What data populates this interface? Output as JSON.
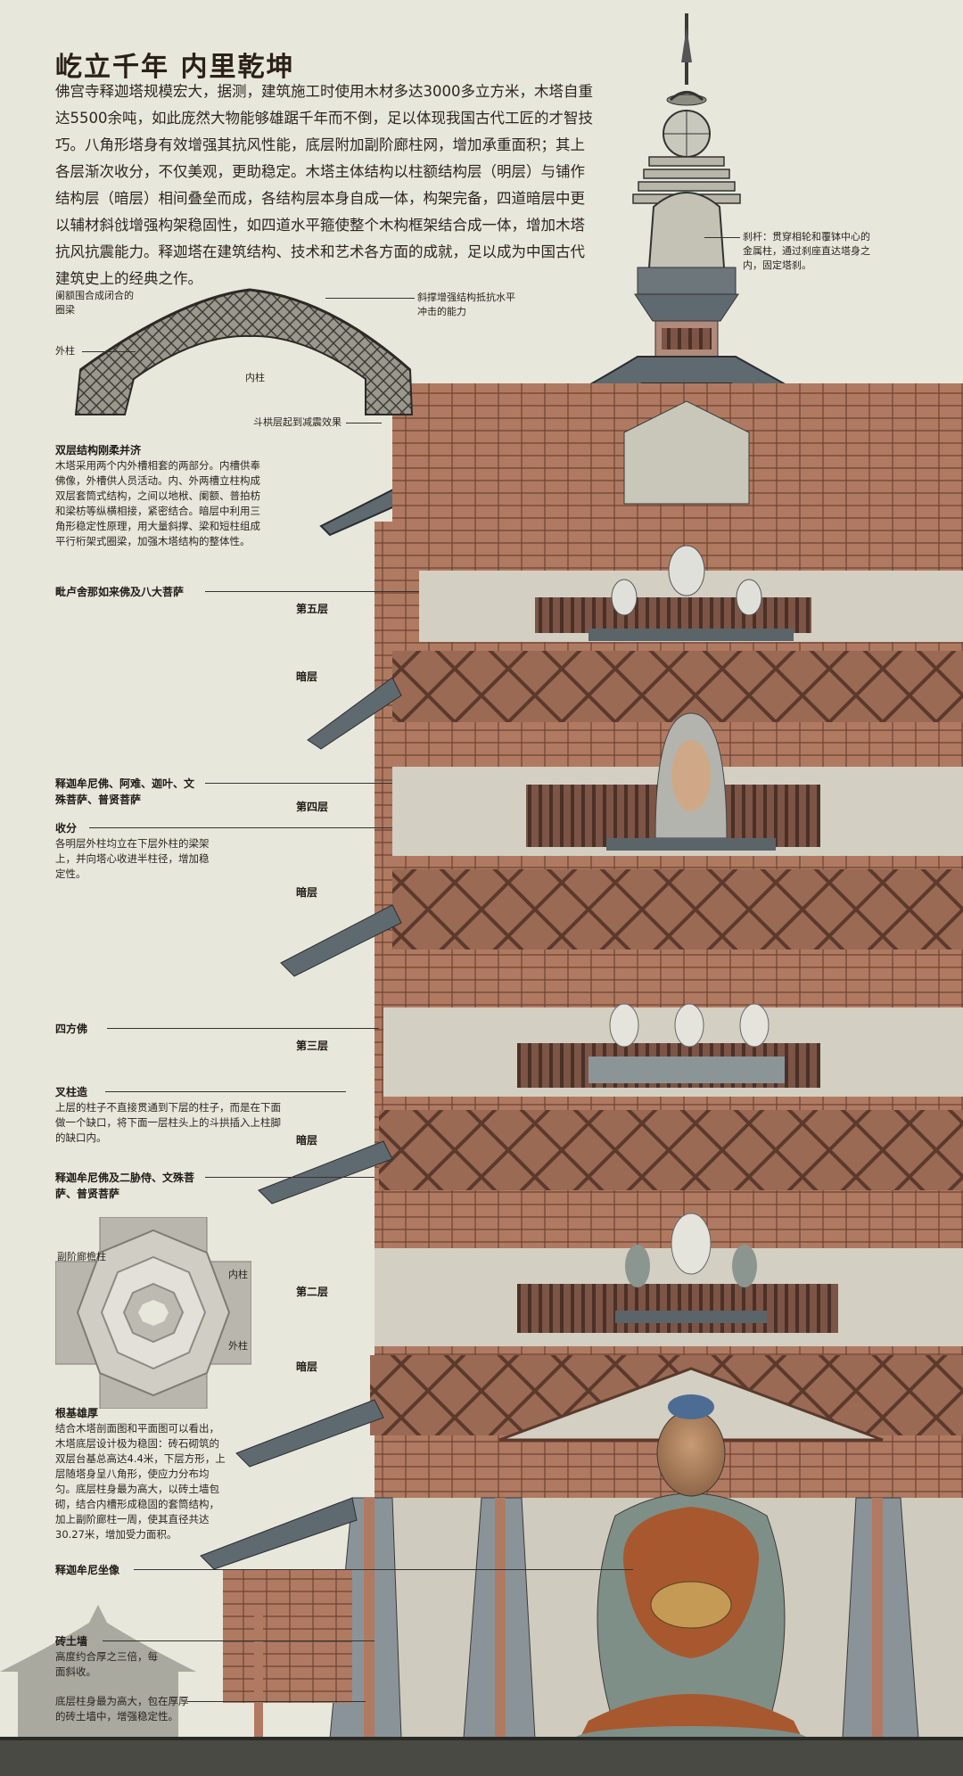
{
  "title": "屹立千年  内里乾坤",
  "intro": "佛宫寺释迦塔规模宏大，据测，建筑施工时使用木材多达3000多立方米，木塔自重达5500余吨，如此庞然大物能够雄踞千年而不倒，足以体现我国古代工匠的才智技巧。八角形塔身有效增强其抗风性能，底层附加副阶廊柱网，增加承重面积；其上各层渐次收分，不仅美观，更助稳定。木塔主体结构以柱额结构层（明层）与铺作结构层（暗层）相间叠垒而成，各结构层本身自成一体，构架完备，四道暗层中更以辅材斜戗增强构架稳固性，如四道水平箍使整个木构框架结合成一体，增加木塔抗风抗震能力。释迦塔在建筑结构、技术和艺术各方面的成就，足以成为中国古代建筑史上的经典之作。",
  "spire_note": "刹杆：贯穿相轮和覆钵中心的金属柱，通过刹座直达塔身之内，固定塔刹。",
  "frame_labels": {
    "top_left": "阑额围合成闭合的圈梁",
    "top_right": "斜撑增强结构抵抗水平冲击的能力",
    "outer_col": "外柱",
    "inner_col": "内柱",
    "bracket": "斗栱层起到减震效果"
  },
  "double_layer": {
    "heading": "双层结构刚柔并济",
    "body": "木塔采用两个内外槽相套的两部分。内槽供奉佛像，外槽供人员活动。内、外两槽立柱构成双层套筒式结构，之间以地栿、阑额、普拍枋和梁枋等纵横相接，紧密结合。暗层中利用三角形稳定性原理，用大量斜撑、梁和短柱组成平行桁架式圈梁，加强木塔结构的整体性。"
  },
  "annotations": [
    {
      "heading": "毗卢舍那如来佛及八大菩萨",
      "body": ""
    },
    {
      "heading": "释迦牟尼佛、阿难、迦叶、文殊菩萨、普贤菩萨",
      "body": ""
    },
    {
      "heading": "收分",
      "body": "各明层外柱均立在下层外柱的梁架上，并向塔心收进半柱径，增加稳定性。"
    },
    {
      "heading": "四方佛",
      "body": ""
    },
    {
      "heading": "叉柱造",
      "body": "上层的柱子不直接贯通到下层的柱子，而是在下面做一个缺口，将下面一层柱头上的斗拱插入上柱脚的缺口内。"
    },
    {
      "heading": "释迦牟尼佛及二胁侍、文殊菩萨、普贤菩萨",
      "body": ""
    },
    {
      "heading": "根基雄厚",
      "body": "结合木塔剖面图和平面图可以看出，木塔底层设计极为稳固：砖石砌筑的双层台基总高达4.4米，下层方形，上层随塔身呈八角形，使应力分布均匀。底层柱身最为高大，以砖土墙包砌，结合内槽形成稳固的套筒结构，加上副阶廊柱一周，使其直径共达30.27米，增加受力面积。"
    },
    {
      "heading": "释迦牟尼坐像",
      "body": ""
    },
    {
      "heading": "砖土墙",
      "body": "高度约合厚之三倍，每面斜收。"
    },
    {
      "heading": "",
      "body": "底层柱身最为高大，包在厚厚的砖土墙中，增强稳定性。"
    }
  ],
  "floors": [
    "第五层",
    "暗层",
    "第四层",
    "暗层",
    "第三层",
    "暗层",
    "第二层",
    "暗层"
  ],
  "plan_labels": {
    "fujie": "副阶廊檐柱",
    "inner": "内柱",
    "outer": "外柱"
  },
  "colors": {
    "bg": "#e8e7dc",
    "wood": "#b07a62",
    "roof": "#5f6a70",
    "wall": "#d3cfc3"
  }
}
